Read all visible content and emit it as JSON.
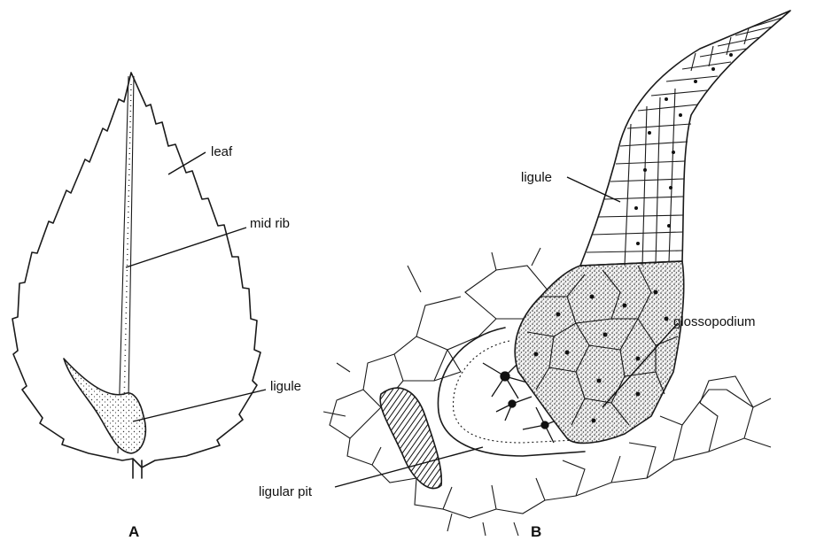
{
  "panels": {
    "a": {
      "label": "A",
      "callouts": {
        "leaf": "leaf",
        "mid_rib": "mid rib",
        "ligule": "ligule"
      }
    },
    "b": {
      "label": "B",
      "callouts": {
        "ligule": "ligule",
        "glossopodium": "glossopodium",
        "ligular_pit": "ligular pit"
      }
    }
  },
  "colors": {
    "ink": "#1a1a1a",
    "background": "#ffffff"
  }
}
